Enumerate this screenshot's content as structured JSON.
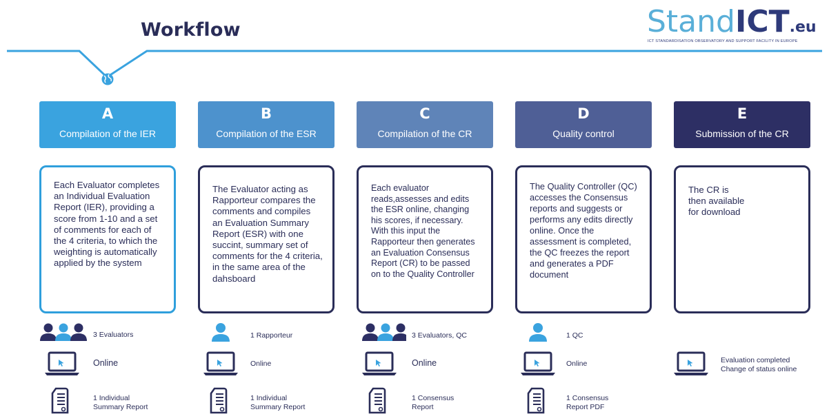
{
  "title": "Workflow",
  "logo": {
    "part1": "Stand",
    "part2": "ICT",
    "part3": ".eu",
    "subtitle": "ICT STANDARDISATION OBSERVATORY AND SUPPORT FACILITY IN EUROPE"
  },
  "colors": {
    "A": "#3aa3df",
    "B": "#4d92cd",
    "C": "#5f84b8",
    "D": "#4f5f96",
    "E": "#2d2f64",
    "outline": "#2a2d58",
    "accent": "#2f9fdc"
  },
  "steps": [
    {
      "letter": "A",
      "title": "Compilation of the IER",
      "description": "Each Evaluator completes an Individual Evaluation Report (IER), providing a score from 1-10 and a set of comments for each of the 4 criteria, to which the weighting is automatically applied by the system",
      "people_icon": "group-icon",
      "people_label": "3 Evaluators",
      "mode_icon": "laptop-icon",
      "mode_label": "Online",
      "output_icon": "document-icon",
      "output_line1": "1 Individual",
      "output_line2": "Summary Report"
    },
    {
      "letter": "B",
      "title": "Compilation of the ESR",
      "description": "The Evaluator acting as Rapporteur compares the comments and compiles an Evaluation Summary Report (ESR) with one succint, summary set of comments for the 4 criteria, in the same area of the dahsboard",
      "people_icon": "person-icon",
      "people_label": "1 Rapporteur",
      "mode_icon": "laptop-icon",
      "mode_label": "Online",
      "output_icon": "document-icon",
      "output_line1": "1 Individual",
      "output_line2": "Summary Report"
    },
    {
      "letter": "C",
      "title": "Compilation of the CR",
      "description": "Each evaluator reads,assesses and edits the ESR online, changing his scores, if necessary. With this input the Rapporteur then generates an Evaluation Consensus Report  (CR) to be passed on to the Quality Controller",
      "people_icon": "group-icon",
      "people_label": "3 Evaluators, QC",
      "mode_icon": "laptop-icon",
      "mode_label": "Online",
      "output_icon": "document-icon",
      "output_line1": "1 Consensus",
      "output_line2": "Report"
    },
    {
      "letter": "D",
      "title": "Quality control",
      "description": "The Quality Controller (QC) accesses the Consensus reports and suggests or performs any edits directly online. Once the assessment is completed, the QC freezes the report and generates a PDF document",
      "people_icon": "person-icon",
      "people_label": "1 QC",
      "mode_icon": "laptop-icon",
      "mode_label": "Online",
      "output_icon": "document-icon",
      "output_line1": "1 Consensus",
      "output_line2": "Report PDF"
    },
    {
      "letter": "E",
      "title": "Submission of the CR",
      "description": "The CR is then available for download",
      "mode_icon": "laptop-icon",
      "mode_line1": "Evaluation completed",
      "mode_line2": "Change of status online"
    }
  ]
}
